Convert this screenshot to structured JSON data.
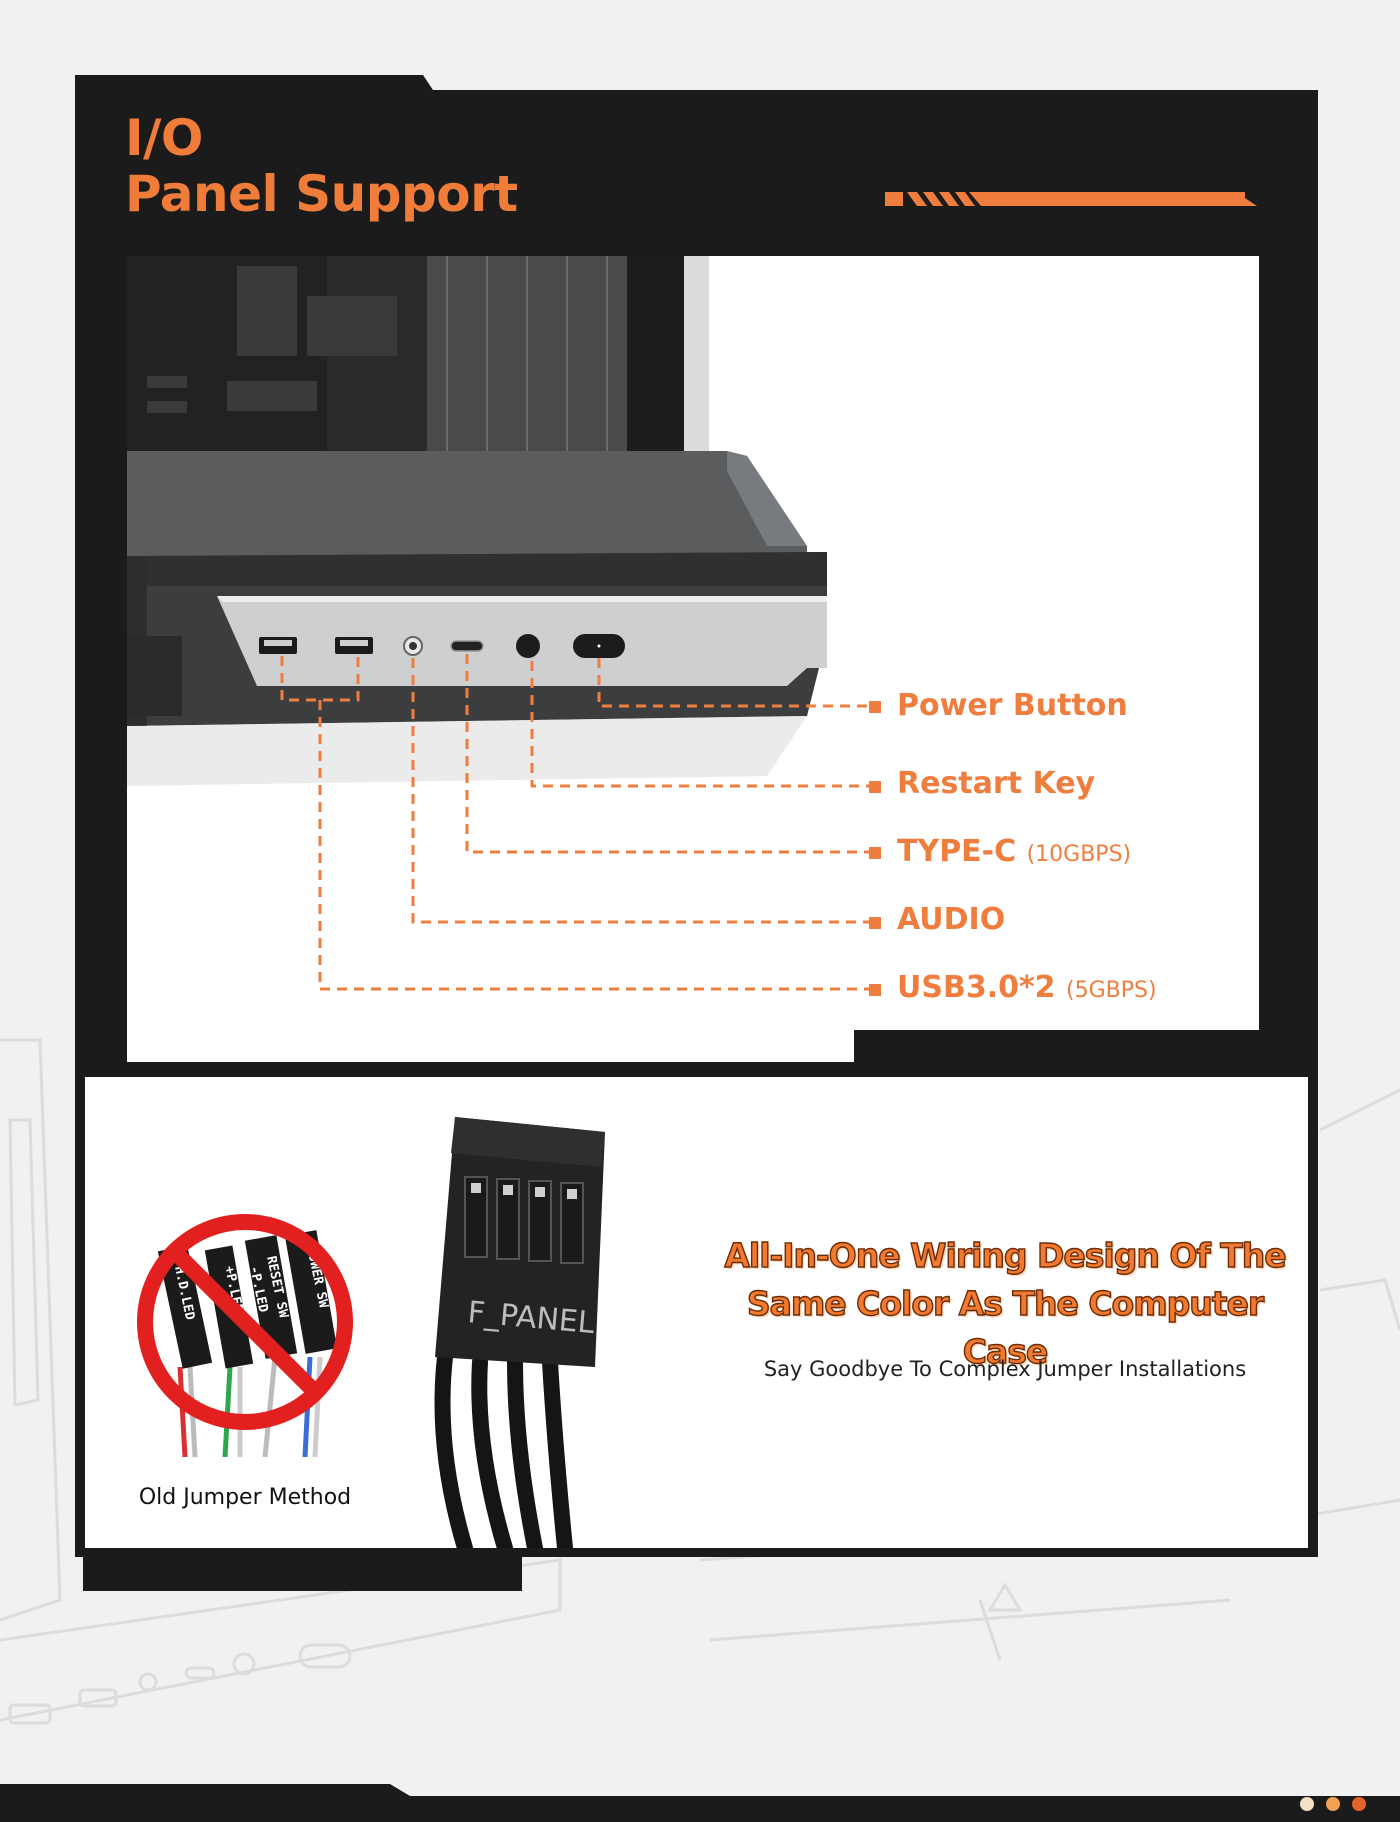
{
  "header": {
    "title_line1": "I/O",
    "title_line2": "Panel Support"
  },
  "io_ports": [
    {
      "name": "Power Button",
      "spec": ""
    },
    {
      "name": "Restart Key",
      "spec": ""
    },
    {
      "name": "TYPE-C",
      "spec": "(10GBPS)"
    },
    {
      "name": "AUDIO",
      "spec": ""
    },
    {
      "name": "USB3.0*2",
      "spec": "(5GBPS)"
    }
  ],
  "wiring": {
    "headline_line1": "All-In-One Wiring Design Of The",
    "headline_line2": "Same Color As The Computer Case",
    "subline": "Say Goodbye To Complex Jumper Installations",
    "connector_label": "F_PANEL",
    "old_method_label": "Old Jumper Method",
    "jumper_labels": [
      "H.D.LED",
      "+P.LED",
      "-P.LED",
      "RESET SW",
      "POWER SW"
    ]
  },
  "colors": {
    "accent": "#ef7d3e",
    "dark": "#1b1b1b",
    "background": "#f1f1f1"
  },
  "footer": {
    "dots": [
      "#f3e1c5",
      "#f2a052",
      "#e4622b"
    ]
  }
}
